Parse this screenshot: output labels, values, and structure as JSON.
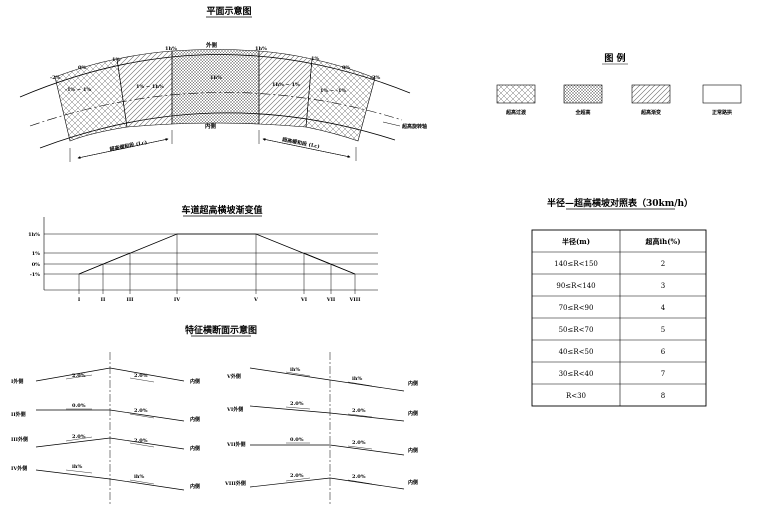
{
  "plan": {
    "title": "平面示意图",
    "outer_side": "外侧",
    "inner_side": "内侧",
    "axis_label": "超高旋转轴",
    "slope_labels": [
      "-2%",
      "0%",
      "1%",
      "1h%",
      "1h%",
      "1%",
      "0%",
      "-2%"
    ],
    "transition_labels": [
      "-1% ~ 1%",
      "1% ~ 1h%",
      "1h%",
      "1h% ~ 1%",
      "1% ~ -1%"
    ],
    "dim_left": "超高缓和段 (Lc)",
    "dim_right": "超高缓和段 (Lc)"
  },
  "legend": {
    "title": "图 例",
    "items": [
      {
        "label": "超高过渡",
        "pattern": "sparse-crosshatch"
      },
      {
        "label": "全超高",
        "pattern": "dense-crosshatch"
      },
      {
        "label": "超高渐变",
        "pattern": "diagonal-hatch"
      },
      {
        "label": "正常路拱",
        "pattern": "blank"
      }
    ]
  },
  "profile": {
    "title": "车道超高横坡渐变值",
    "y_labels": [
      "1h%",
      "1%",
      "0%",
      "-1%"
    ],
    "sections": [
      "I",
      "II",
      "III",
      "IV",
      "V",
      "VI",
      "VII",
      "VIII"
    ]
  },
  "sections": {
    "title": "特征横断面示意图",
    "left": [
      {
        "id": "I外侧",
        "left_slope": "2.0%",
        "right_slope": "2.0%",
        "inner": "内侧"
      },
      {
        "id": "II外侧",
        "left_slope": "0.0%",
        "right_slope": "2.0%",
        "inner": "内侧"
      },
      {
        "id": "III外侧",
        "left_slope": "2.0%",
        "right_slope": "2.0%",
        "inner": "内侧"
      },
      {
        "id": "IV外侧",
        "left_slope": "ih%",
        "right_slope": "ih%",
        "inner": "内侧"
      }
    ],
    "right": [
      {
        "id": "V外侧",
        "left_slope": "ih%",
        "right_slope": "ih%",
        "inner": "内侧"
      },
      {
        "id": "VI外侧",
        "left_slope": "2.0%",
        "right_slope": "2.0%",
        "inner": "内侧"
      },
      {
        "id": "VII外侧",
        "left_slope": "0.0%",
        "right_slope": "2.0%",
        "inner": "内侧"
      },
      {
        "id": "VIII外侧",
        "left_slope": "2.0%",
        "right_slope": "2.0%",
        "inner": "内侧"
      }
    ]
  },
  "table": {
    "title": "半径—超高横坡对照表（30km/h）",
    "headers": [
      "半径(m)",
      "超高ih(%)"
    ],
    "rows": [
      [
        "140≤R<150",
        "2"
      ],
      [
        "90≤R<140",
        "3"
      ],
      [
        "70≤R<90",
        "4"
      ],
      [
        "50≤R<70",
        "5"
      ],
      [
        "40≤R<50",
        "6"
      ],
      [
        "30≤R<40",
        "7"
      ],
      [
        "R<30",
        "8"
      ]
    ]
  }
}
